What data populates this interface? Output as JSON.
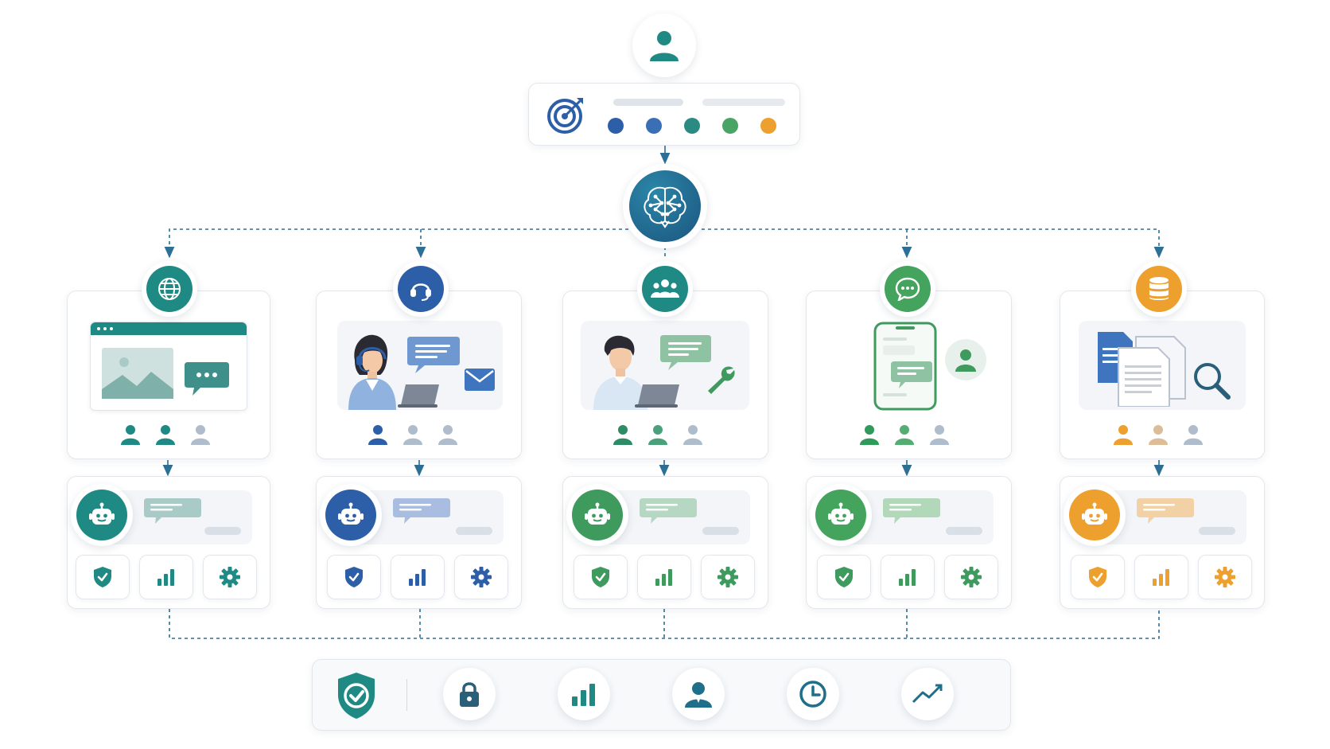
{
  "colors": {
    "teal": "#1f8a84",
    "blue": "#2d5ea8",
    "green": "#3f9a5e",
    "bright_green": "#44a45e",
    "orange": "#eea02f",
    "connector": "#2e6f96"
  },
  "top": {
    "user_icon": "user-icon",
    "goal_icon": "target-icon",
    "option_dots": [
      "#2d5ea8",
      "#3a6fb5",
      "#2b8a82",
      "#4aa465",
      "#eea02f"
    ],
    "core_icon": "brain-network-icon"
  },
  "columns": [
    {
      "id": "web",
      "badge_icon": "globe-icon",
      "accent": "#1f8a84",
      "agent_icon": "robot-icon",
      "actions": [
        "shield-check-icon",
        "bar-chart-icon",
        "gear-icon"
      ]
    },
    {
      "id": "support",
      "badge_icon": "headset-icon",
      "accent": "#2d5ea8",
      "agent_icon": "robot-icon",
      "actions": [
        "shield-check-icon",
        "bar-chart-icon",
        "gear-icon"
      ]
    },
    {
      "id": "team",
      "badge_icon": "team-icon",
      "accent": "#2f8a66",
      "agent_icon": "robot-icon",
      "actions": [
        "shield-check-icon",
        "bar-chart-icon",
        "gear-icon"
      ]
    },
    {
      "id": "chat",
      "badge_icon": "chat-bubble-icon",
      "accent": "#44a45e",
      "agent_icon": "robot-icon",
      "actions": [
        "shield-check-icon",
        "bar-chart-icon",
        "gear-icon"
      ]
    },
    {
      "id": "data",
      "badge_icon": "database-icon",
      "accent": "#eea02f",
      "agent_icon": "robot-icon",
      "actions": [
        "shield-check-icon",
        "bar-chart-icon",
        "gear-icon"
      ]
    }
  ],
  "footer": {
    "icons": [
      "shield-check-icon",
      "lock-icon",
      "bar-chart-icon",
      "admin-user-icon",
      "clock-icon",
      "trend-line-icon"
    ]
  }
}
